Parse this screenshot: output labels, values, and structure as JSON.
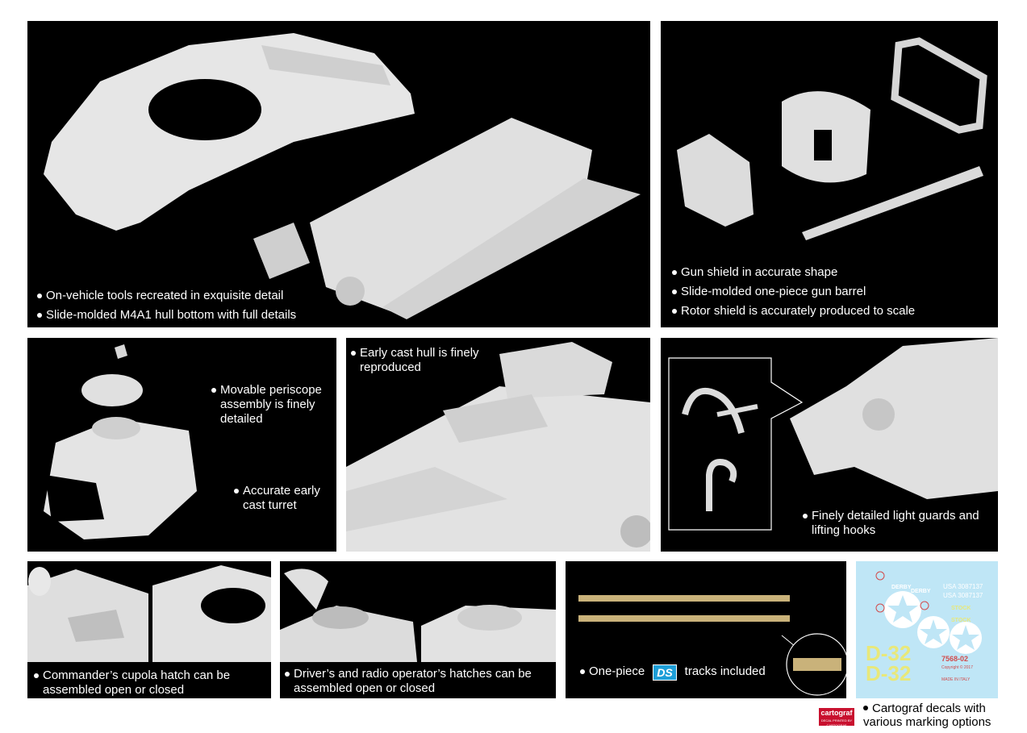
{
  "panels": {
    "hull": {
      "bullets": [
        "On-vehicle tools recreated in exquisite detail",
        "Slide-molded M4A1 hull bottom with full details"
      ]
    },
    "gun": {
      "bullets": [
        "Gun shield in accurate shape",
        "Slide-molded one-piece gun barrel",
        "Rotor shield is accurately produced to scale"
      ]
    },
    "turret": {
      "bullet_periscope": "Movable periscope assembly is finely detailed",
      "bullet_turret": "Accurate early cast turret"
    },
    "cast_hull": {
      "bullet": "Early cast hull is finely reproduced"
    },
    "light_guards": {
      "bullet": "Finely detailed light guards and lifting hooks"
    },
    "cupola": {
      "bullet": "Commander’s cupola hatch can be assembled open or closed"
    },
    "drivers": {
      "bullet": "Driver’s and radio operator’s hatches can be assembled open or closed"
    },
    "tracks": {
      "prefix": "One-piece",
      "badge": "DS",
      "suffix": "tracks included"
    },
    "decals": {
      "bullet": "Cartograf decals with various marking options",
      "sheet_code": "7568-02",
      "sheet_texts": [
        "DERBY",
        "DERBY",
        "USA 3087137",
        "USA 3087137",
        "D-32",
        "D-32",
        "STOCK",
        "STOCK",
        "Copyright © 2017",
        "MADE IN ITALY"
      ],
      "logo": "cartograf",
      "logo_small": "DECAL PRINTED BY CARTOGRAF"
    }
  },
  "colors": {
    "panel_bg": "#000000",
    "model_gray": "#e2e2e2",
    "decal_bg": "#bfe6f6",
    "logo_red": "#c8102e"
  }
}
